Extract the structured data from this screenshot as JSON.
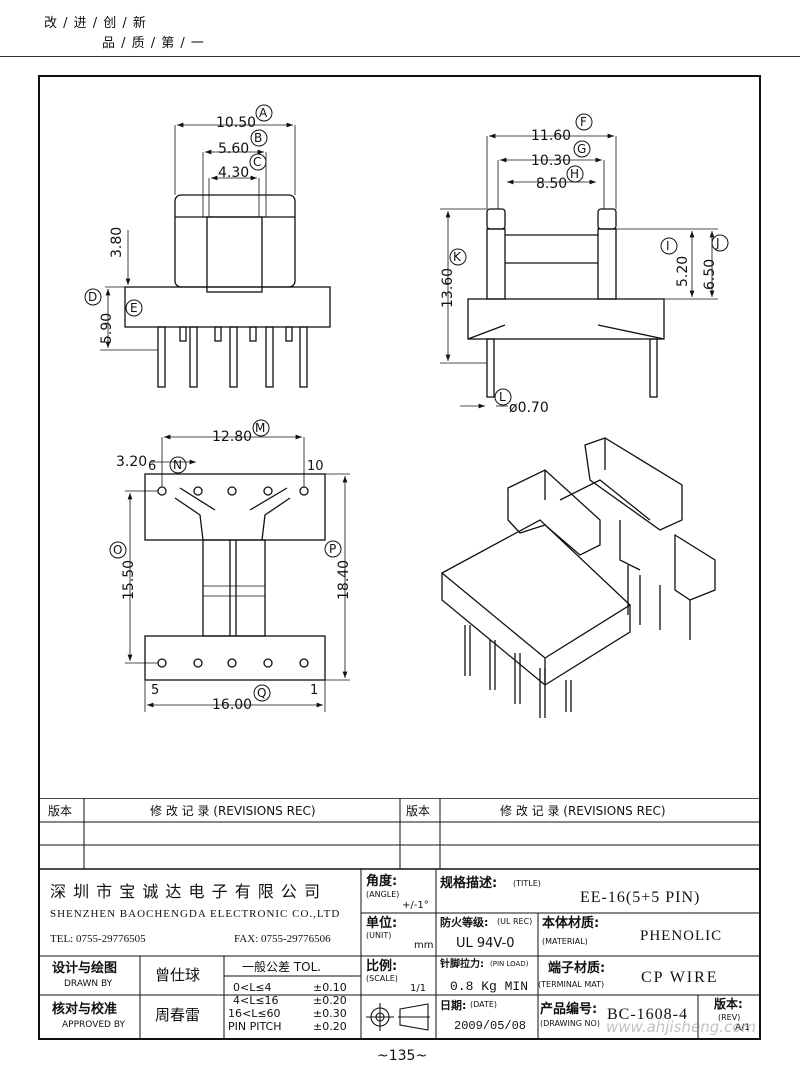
{
  "header": {
    "slogan_line1": "改 / 进 / 创 / 新",
    "slogan_line2": "品 / 质 / 第 / 一"
  },
  "dims": {
    "A": "10.50",
    "B": "5.60",
    "C": "4.30",
    "D": "3.80",
    "E": "5.90",
    "F": "11.60",
    "G": "10.30",
    "H": "8.50",
    "I": "5.20",
    "J": "6.50",
    "K": "13.60",
    "L": "ø0.70",
    "M": "12.80",
    "N": "3.20",
    "O": "15.50",
    "P": "18.40",
    "Q": "16.00"
  },
  "labels": {
    "A": "A",
    "B": "B",
    "C": "C",
    "D": "D",
    "E": "E",
    "F": "F",
    "G": "G",
    "H": "H",
    "I": "I",
    "J": "J",
    "K": "K",
    "L": "L",
    "M": "M",
    "N": "N",
    "O": "O",
    "P": "P",
    "Q": "Q"
  },
  "pins": {
    "p6": "6",
    "p10": "10",
    "p5": "5",
    "p1": "1"
  },
  "revisions": {
    "col1": "版本",
    "col2": "修  改  记  录  (REVISIONS REC)",
    "col3": "版本",
    "col4": "修  改  记  录  (REVISIONS REC)"
  },
  "company": {
    "name_cn": "深 圳 市 宝 诚 达 电 子 有 限 公 司",
    "name_en": "SHENZHEN BAOCHENGDA ELECTRONIC CO.,LTD",
    "tel": "TEL: 0755-29776505",
    "fax": "FAX: 0755-29776506"
  },
  "titleblock": {
    "angle_label": "角度:",
    "angle_label_en": "(ANGLE)",
    "angle_value": "+/-1°",
    "title_label": "规格描述:",
    "title_label_en": "(TITLE)",
    "title_value": "EE-16(5+5 PIN)",
    "unit_label": "单位:",
    "unit_label_en": "(UNIT)",
    "unit_value": "mm",
    "fire_label": "防火等级:",
    "fire_label_en": "(UL REC)",
    "fire_value": "UL 94V-0",
    "material_label": "本体材质:",
    "material_label_en": "(MATERIAL)",
    "material_value": "PHENOLIC",
    "drawn_label": "设计与绘图",
    "drawn_label_en": "DRAWN BY",
    "drawn_value": "曾仕球",
    "tol_title": "一般公差  TOL.",
    "tol_rows": [
      {
        "range": "0<L≤4",
        "val": "±0.10"
      },
      {
        "range": "4<L≤16",
        "val": "±0.20"
      },
      {
        "range": "16<L≤60",
        "val": "±0.30"
      },
      {
        "range": "PIN PITCH",
        "val": "±0.20"
      }
    ],
    "scale_label": "比例:",
    "scale_label_en": "(SCALE)",
    "scale_value": "1/1",
    "pinload_label": "针脚拉力:",
    "pinload_label_en": "(PIN LOAD)",
    "pinload_value": "0.8 Kg MIN",
    "terminal_label": "端子材质:",
    "terminal_label_en": "(TERMINAL MAT)",
    "terminal_value": "CP WIRE",
    "approved_label": "核对与校准",
    "approved_label_en": "APPROVED BY",
    "approved_value": "周春雷",
    "date_label": "日期:",
    "date_label_en": "(DATE)",
    "date_value": "2009/05/08",
    "drawingno_label": "产品编号:",
    "drawingno_label_en": "(DRAWING NO)",
    "drawingno_value": "BC-1608-4",
    "rev_label": "版本:",
    "rev_label_en": "(REV)",
    "rev_value": "A/1"
  },
  "watermark": "www.ahjisheng.com",
  "page_number": "~135~"
}
